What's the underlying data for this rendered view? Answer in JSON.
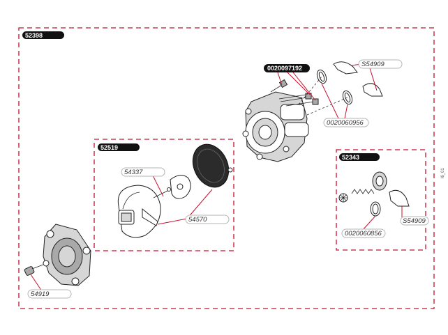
{
  "groups": {
    "main": "52398",
    "diaphragm": "52519",
    "valve": "52343"
  },
  "callouts": {
    "screws": "0020097192",
    "clip_top": "S54909",
    "oring_top": "0020060956",
    "stem": "54337",
    "diaphragm_parts": "54570",
    "screw_bottom": "54919",
    "oring_valve": "0020060856",
    "clip_valve": "S54909"
  },
  "side_code": "l6_01"
}
